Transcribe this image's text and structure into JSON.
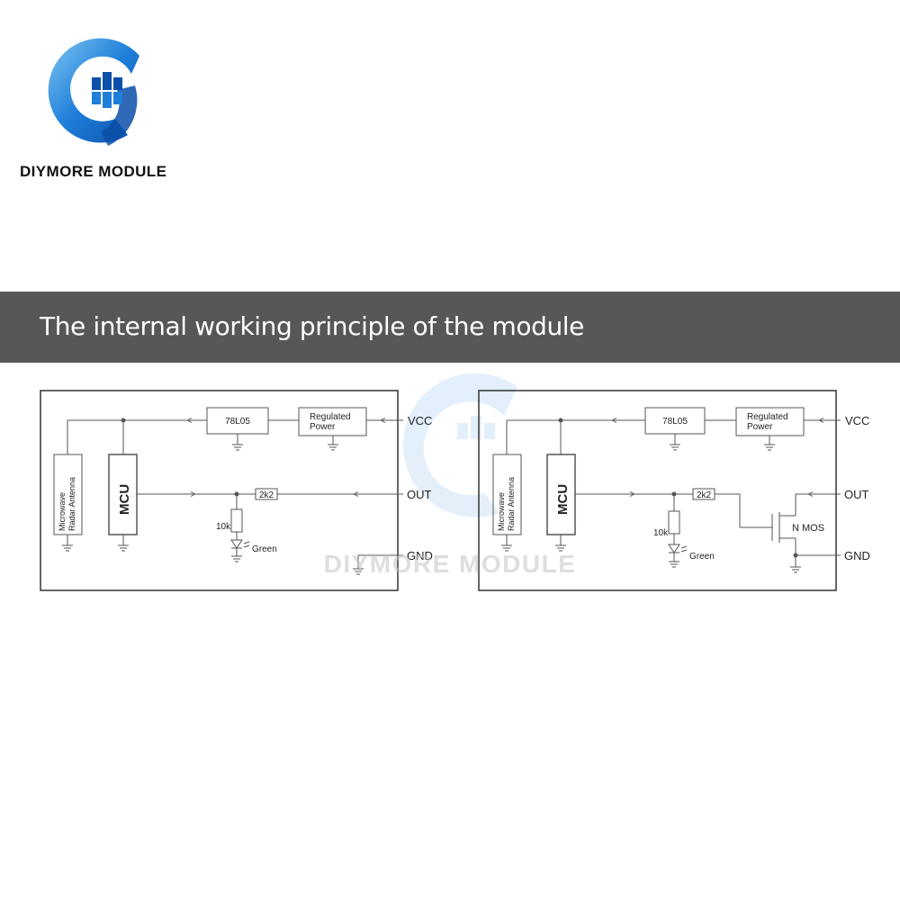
{
  "brand": {
    "name": "DIYMORE MODULE",
    "watermark": "DIYMORE MODULE",
    "colors": {
      "primary": "#1f7fd9",
      "light": "#7fc6f2",
      "dark": "#0b4fa8"
    }
  },
  "banner": {
    "title": "The internal working principle of the module",
    "background": "#575757"
  },
  "circuits": [
    {
      "antenna": "Microwave Radar Antenna",
      "antenna_line1": "Microwave",
      "antenna_line2": "Radar Antenna",
      "mcu": "MCU",
      "regulator": "78L05",
      "power_line1": "Regulated",
      "power_line2": "Power",
      "resistor_series": "2k2",
      "resistor_led": "10k",
      "led": "Green",
      "pins": {
        "vcc": "VCC",
        "out": "OUT",
        "gnd": "GND"
      }
    },
    {
      "antenna": "Microwave Radar Antenna",
      "antenna_line1": "Microwave",
      "antenna_line2": "Radar Antenna",
      "mcu": "MCU",
      "regulator": "78L05",
      "power_line1": "Regulated",
      "power_line2": "Power",
      "resistor_series": "2k2",
      "resistor_led": "10k",
      "led": "Green",
      "transistor": "N MOS",
      "pins": {
        "vcc": "VCC",
        "out": "OUT",
        "gnd": "GND"
      }
    }
  ]
}
